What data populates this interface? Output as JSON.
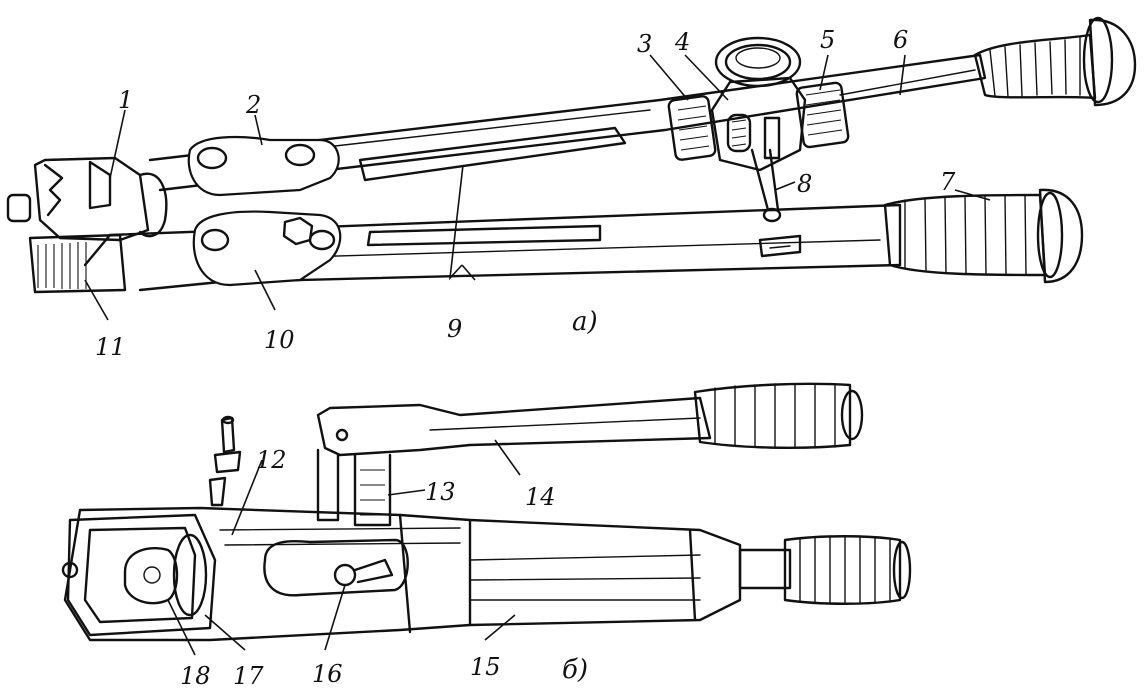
{
  "figure": {
    "subfigure_a_label": "а)",
    "subfigure_b_label": "б)",
    "callouts": [
      "1",
      "2",
      "3",
      "4",
      "5",
      "6",
      "7",
      "8",
      "9",
      "10",
      "11",
      "12",
      "13",
      "14",
      "15",
      "16",
      "17",
      "18"
    ]
  }
}
